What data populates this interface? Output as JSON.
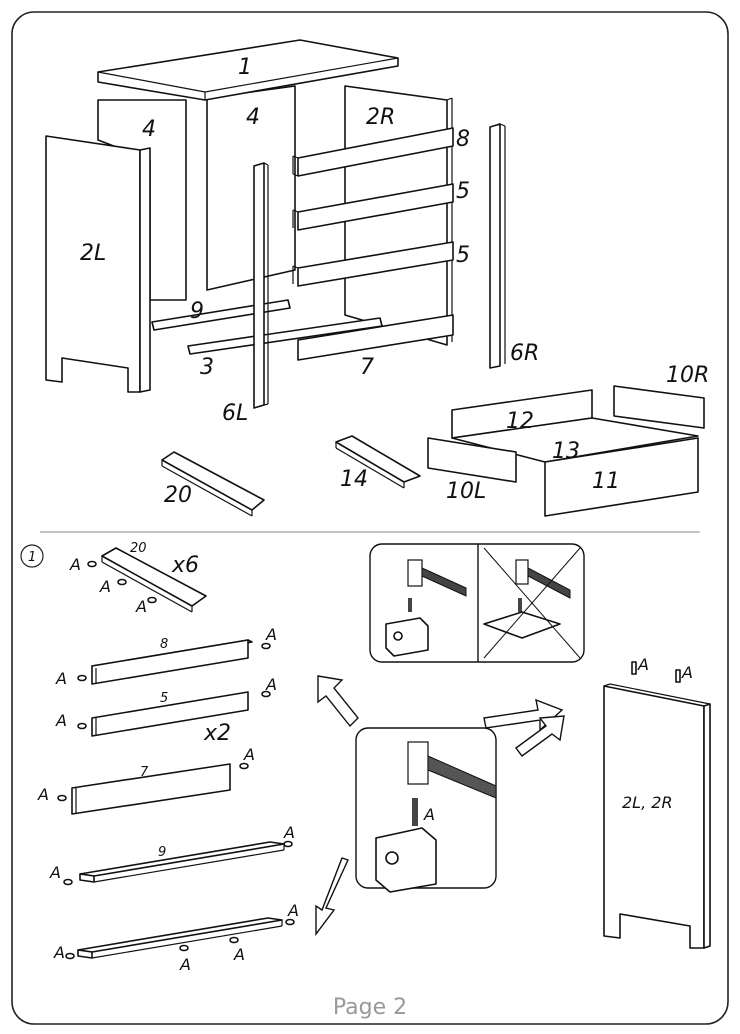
{
  "exploded_view": {
    "labels": {
      "top": "1",
      "back_left": "4",
      "back_right": "4",
      "side_right": "2R",
      "side_left": "2L",
      "rail_top": "8",
      "rail_mid1": "5",
      "rail_mid2": "5",
      "rail_bottom": "7",
      "bottom_rail_back": "9",
      "bottom_slat": "3",
      "post_left": "6L",
      "post_right": "6R",
      "runner": "20",
      "drawer_bottom_panel": "14",
      "drawer_back": "12",
      "drawer_base": "13",
      "drawer_front": "11",
      "drawer_side_left": "10L",
      "drawer_side_right": "10R"
    }
  },
  "step": {
    "number": "1",
    "dowel": "A",
    "part_20": "20",
    "qty_20": "x6",
    "part_8": "8",
    "part_5": "5",
    "qty_5": "x2",
    "part_7": "7",
    "part_9": "9",
    "side_panel": "2L, 2R"
  },
  "footer": {
    "page": "Page 2"
  },
  "icons": [
    "step-circle-icon",
    "hammer-icon",
    "dowel-icon",
    "wrong-cross-icon",
    "arrow-icon"
  ]
}
